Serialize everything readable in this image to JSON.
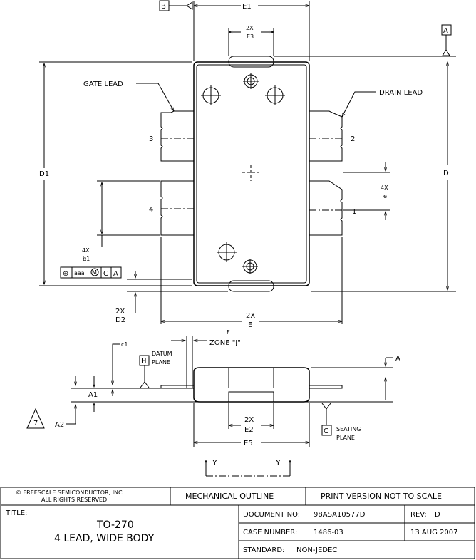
{
  "datums": {
    "b": "B",
    "a": "A",
    "h": "H",
    "c": "C",
    "a_side": "A"
  },
  "dims": {
    "e1": "E1",
    "e3_mult": "2X",
    "e3": "E3",
    "d1": "D1",
    "d": "D",
    "e_mult": "2X",
    "e": "E",
    "d2_mult": "2X",
    "d2": "D2",
    "b1_mult": "4X",
    "b1": "b1",
    "pitch_mult": "4X",
    "pitch": "e",
    "c1": "c1",
    "f": "F",
    "a1": "A1",
    "a2": "A2",
    "e2_mult": "2X",
    "e2": "E2",
    "e5": "E5"
  },
  "labels": {
    "gate_lead": "GATE LEAD",
    "drain_lead": "DRAIN LEAD",
    "zone": "ZONE \"J\"",
    "datum_plane_1": "DATUM",
    "datum_plane_2": "PLANE",
    "seating_1": "SEATING",
    "seating_2": "PLANE",
    "section_y1": "Y",
    "section_y2": "Y",
    "note_triangle": "7"
  },
  "pins": {
    "p1": "1",
    "p2": "2",
    "p3": "3",
    "p4": "4"
  },
  "fcf": {
    "symbol": "⊕",
    "tolerance": "aaa",
    "modifier": "M",
    "datum1": "C",
    "datum2": "A"
  },
  "title_block": {
    "copyright_line1": "© FREESCALE SEMICONDUCTOR, INC.",
    "copyright_line2": "ALL RIGHTS RESERVED.",
    "outline": "MECHANICAL OUTLINE",
    "print_note": "PRINT VERSION NOT TO SCALE",
    "title_label": "TITLE:",
    "title_line1": "TO-270",
    "title_line2": "4 LEAD, WIDE BODY",
    "document_label": "DOCUMENT NO:",
    "document_value": "98ASA10577D",
    "rev_label": "REV:",
    "rev_value": "D",
    "case_label": "CASE NUMBER:",
    "case_value": "1486-03",
    "date": "13 AUG 2007",
    "standard_label": "STANDARD:",
    "standard_value": "NON-JEDEC"
  }
}
